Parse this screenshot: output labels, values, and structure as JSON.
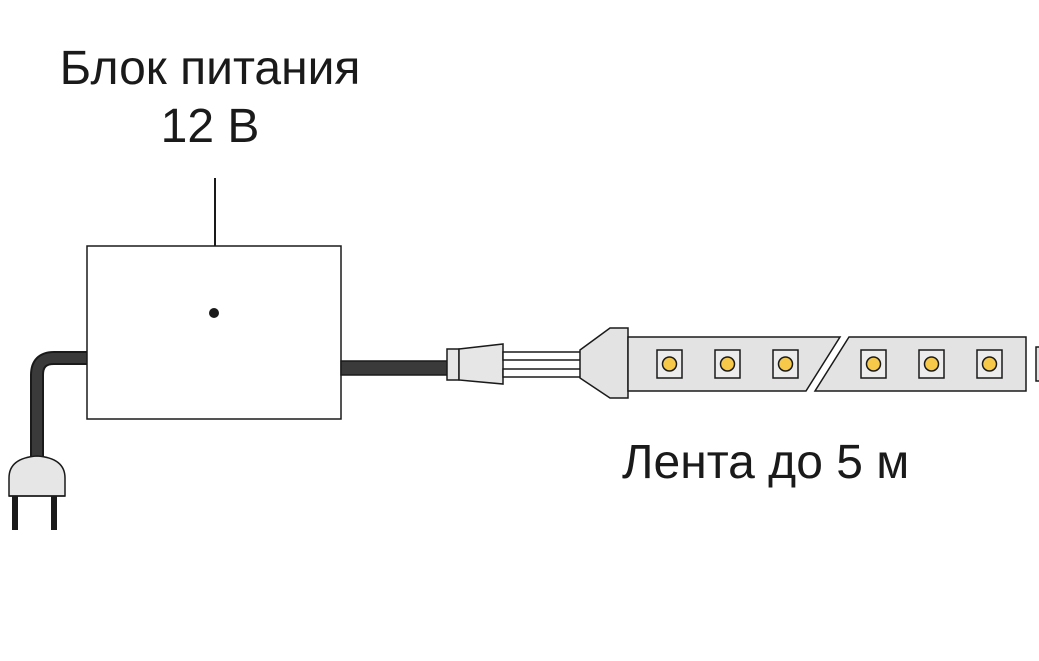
{
  "power_supply": {
    "title": "Блок питания",
    "voltage": "12 В"
  },
  "led_strip": {
    "label": "Лента до 5 м"
  },
  "colors": {
    "outline": "#1a1a1a",
    "cable": "#3a3a3a",
    "strip_body": "#e3e3e3",
    "led_chip": "#f6c94b",
    "connector": "#e6e6e6"
  },
  "icons": {
    "plug": "plug-icon",
    "connector": "dc-connector-icon",
    "led": "led-chip-icon"
  }
}
